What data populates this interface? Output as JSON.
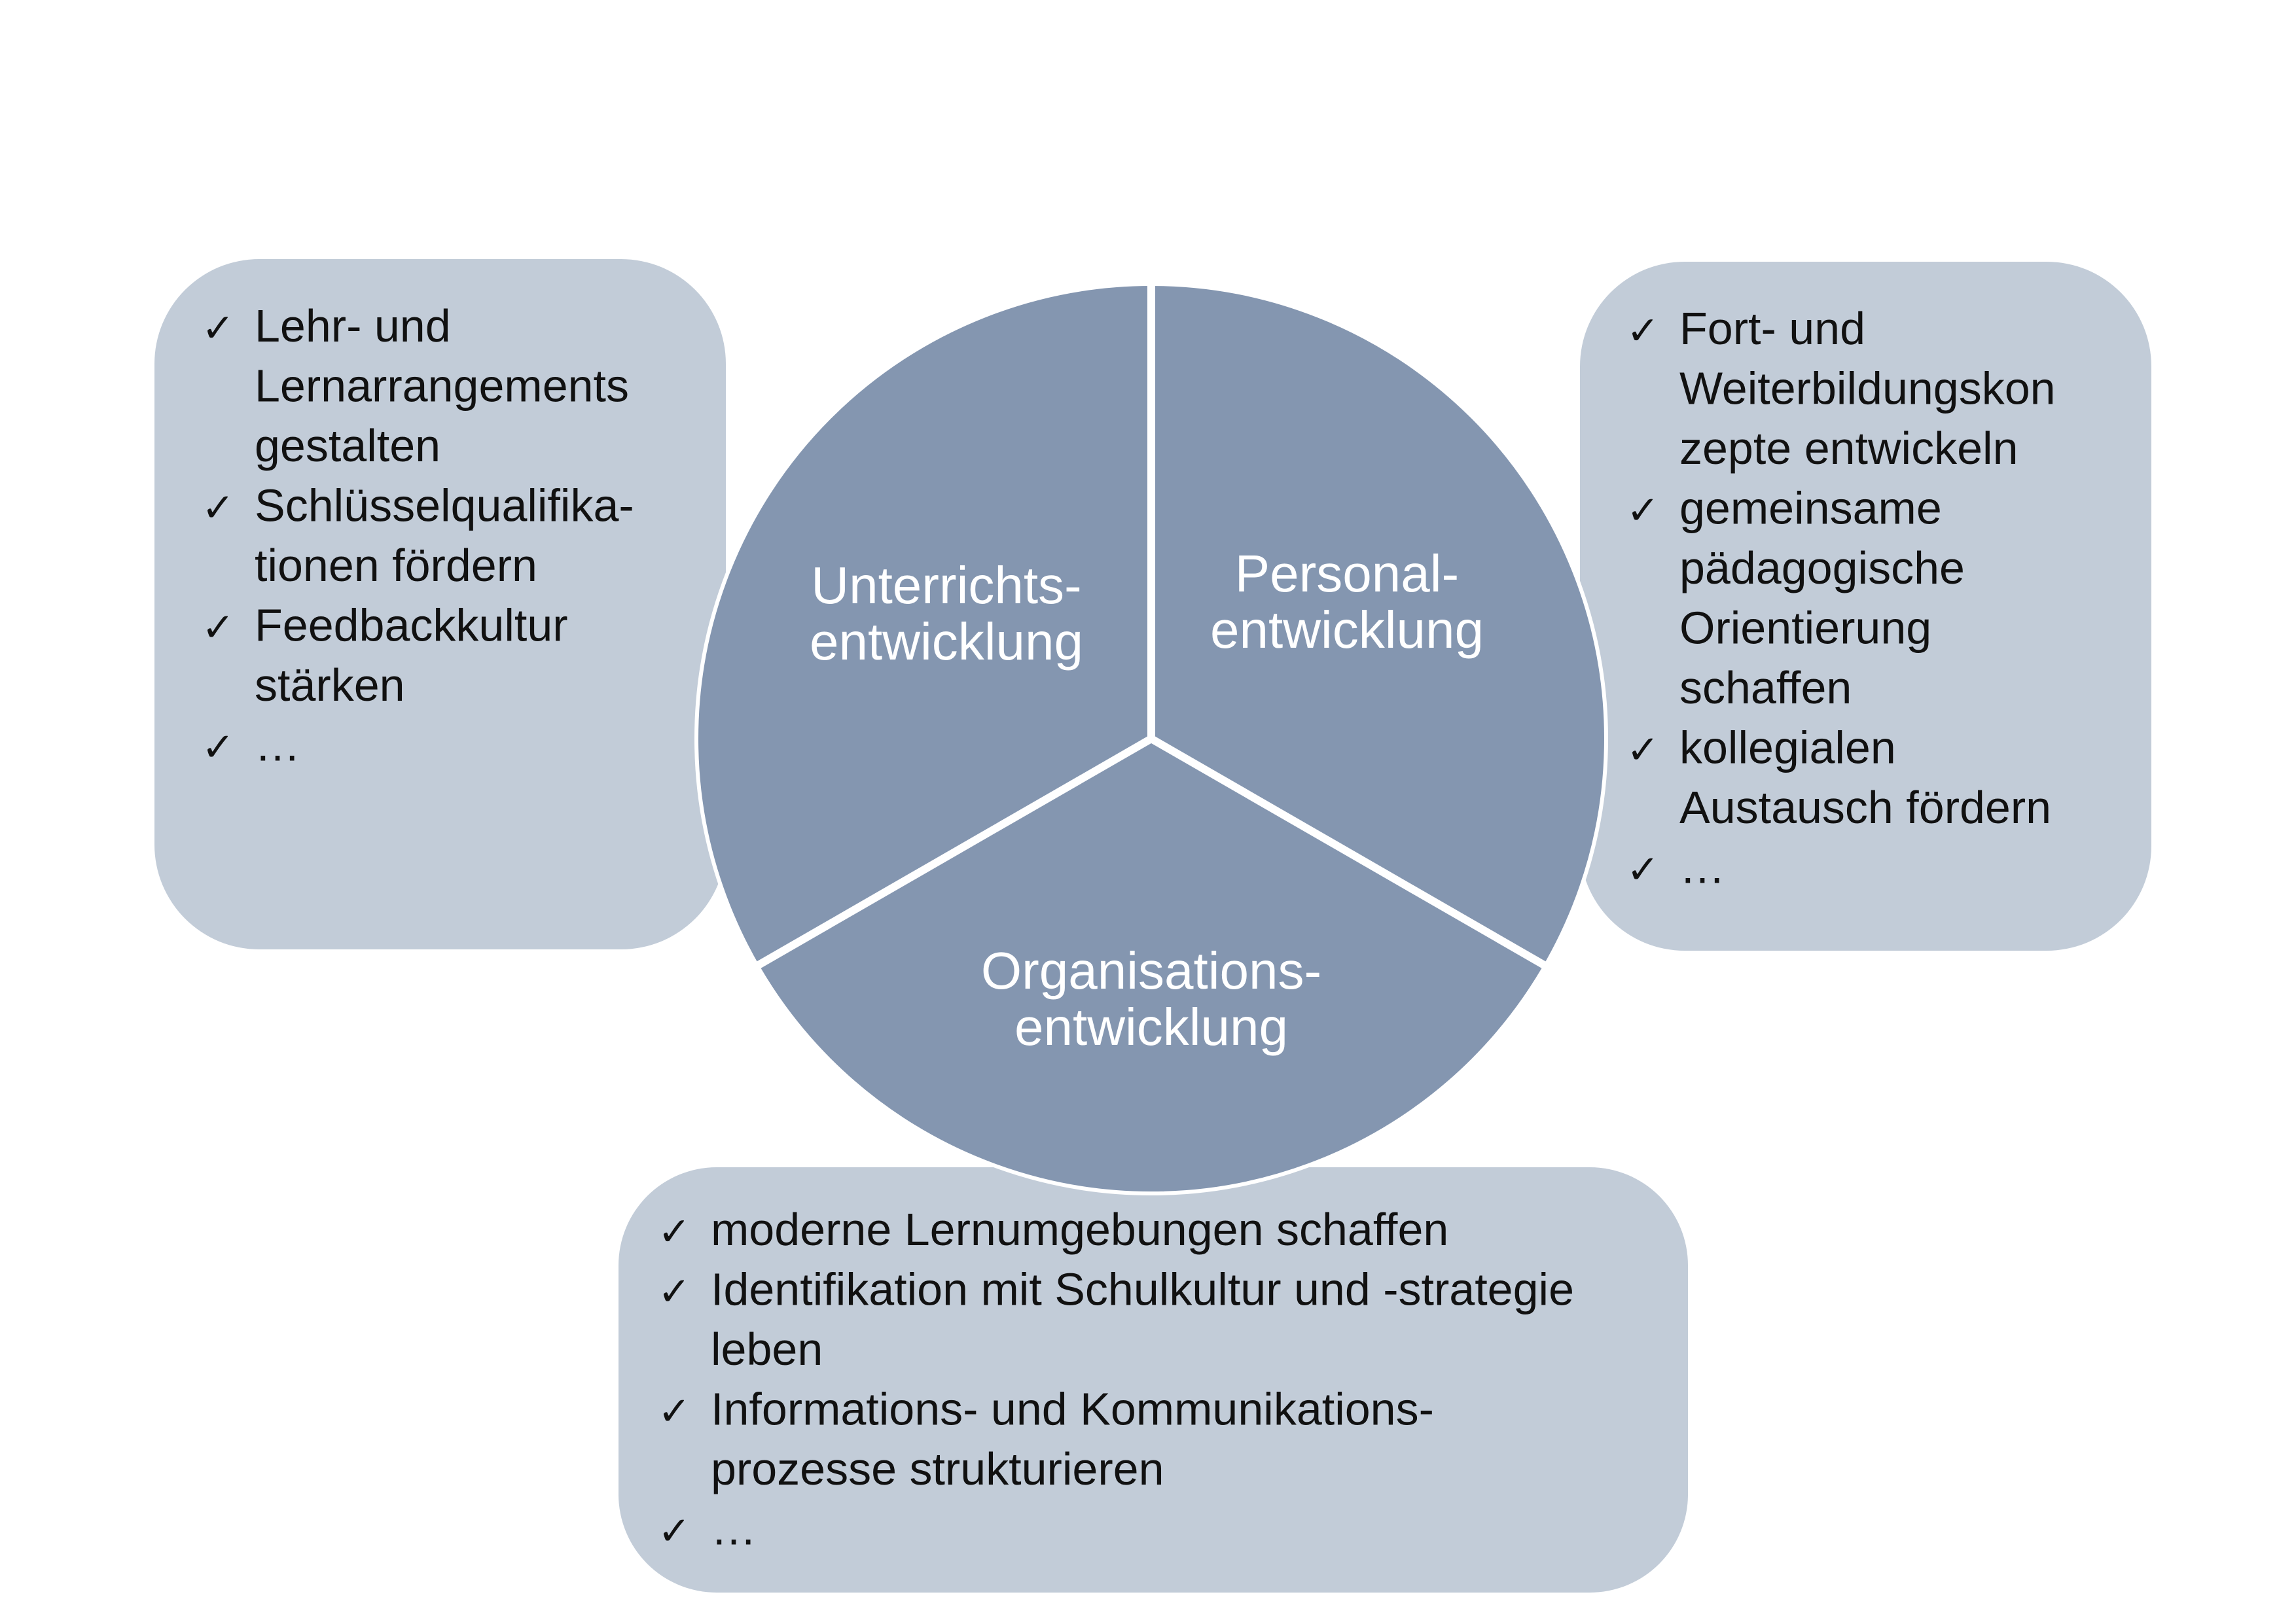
{
  "colors": {
    "segment": "#8496b0",
    "box": "#c2ccd8",
    "divider": "#ffffff",
    "text": "#111111"
  },
  "check_icon": "✓",
  "segments": {
    "unterricht": [
      "Unterrichts-",
      "entwicklung"
    ],
    "personal": [
      "Personal-",
      "entwicklung"
    ],
    "organisation": [
      "Organisations-",
      "entwicklung"
    ]
  },
  "boxes": {
    "left": [
      [
        "Lehr- und",
        "Lernarrangements",
        "gestalten"
      ],
      [
        "Schlüsselqualifika-",
        "tionen fördern"
      ],
      [
        "Feedbackkultur",
        "stärken"
      ],
      [
        "…"
      ]
    ],
    "right": [
      [
        "Fort- und",
        "Weiterbildungskon",
        "zepte entwickeln"
      ],
      [
        "gemeinsame",
        "pädagogische",
        "Orientierung",
        "schaffen"
      ],
      [
        "kollegialen",
        "Austausch fördern"
      ],
      [
        "…"
      ]
    ],
    "bottom": [
      [
        "moderne Lernumgebungen schaffen"
      ],
      [
        "Identifikation mit Schulkultur und -strategie",
        "leben"
      ],
      [
        "Informations- und Kommunikations-",
        "prozesse strukturieren"
      ],
      [
        "…"
      ]
    ]
  }
}
